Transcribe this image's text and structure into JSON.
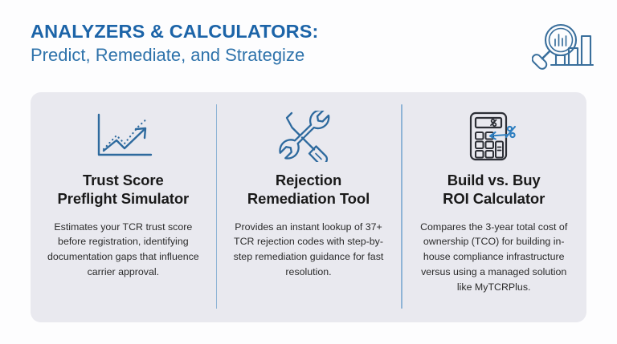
{
  "header": {
    "title_line1": "ANALYZERS & CALCULATORS:",
    "title_line2": "Predict, Remediate, and Strategize",
    "icon": "magnifier-bar-chart-icon",
    "colors": {
      "title": "#1c64a8",
      "subtitle": "#2f73ab",
      "icon": "#3a6f9c"
    }
  },
  "panel": {
    "background": "#e9e9ef",
    "divider_color": "#8fb4d6",
    "cards": [
      {
        "icon": "growth-trend-chart-icon",
        "title_line1": "Trust Score",
        "title_line2": "Preflight Simulator",
        "body": "Estimates your TCR trust score before registration, identifying documentation gaps that influence carrier approval."
      },
      {
        "icon": "wrench-screwdriver-tools-icon",
        "title_line1": "Rejection",
        "title_line2": "Remediation Tool",
        "body": "Provides an instant lookup of 37+ TCR rejection codes with step-by-step remediation guidance for fast resolution."
      },
      {
        "icon": "calculator-percent-icon",
        "title_line1": "Build vs. Buy",
        "title_line2": "ROI Calculator",
        "body": "Compares the 3-year total cost of ownership (TCO) for building in-house compliance infrastructure versus using a managed solution like MyTCRPlus."
      }
    ]
  }
}
